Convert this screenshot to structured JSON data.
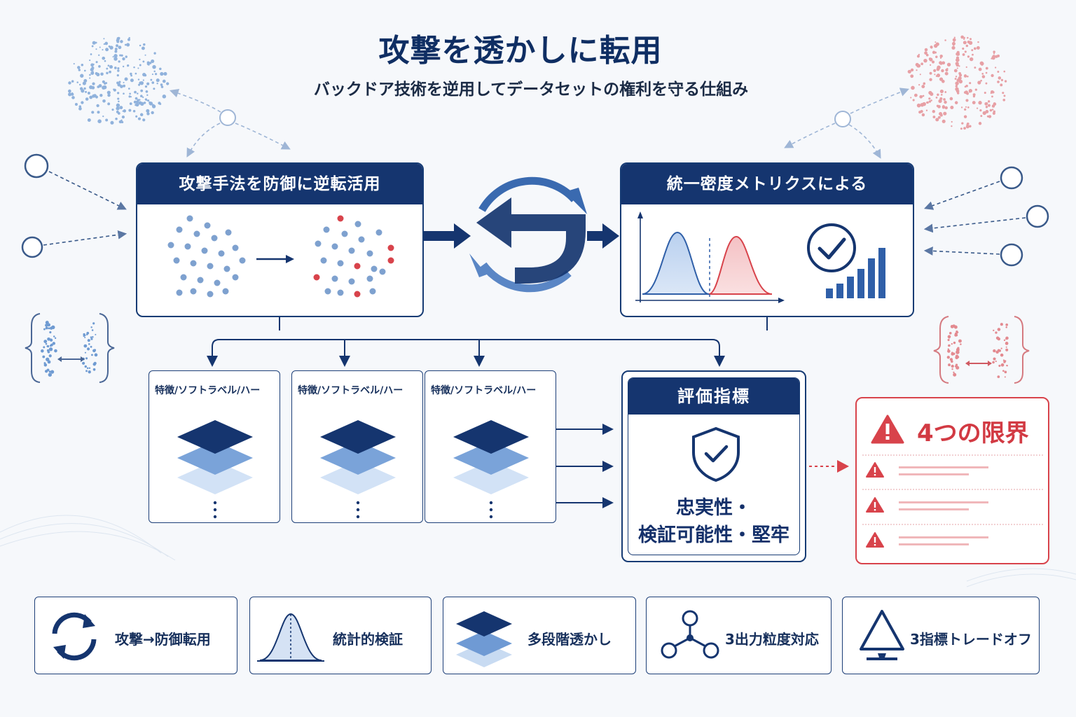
{
  "title": "攻撃を透かしに転用",
  "subtitle": "バックドア技術を逆用してデータセットの権利を守る仕組み",
  "left_panel": {
    "header": "攻撃手法を防御に逆転活用"
  },
  "right_panel": {
    "header": "統一密度メトリクスによる"
  },
  "cards": [
    {
      "label": "特徴/ソフトラベル/ハー"
    },
    {
      "label": "特徴/ソフトラベル/ハー"
    },
    {
      "label": "特徴/ソフトラベル/ハー"
    }
  ],
  "evaluation": {
    "header": "評価指標",
    "line1": "忠実性・",
    "line2": "検証可能性・堅牢"
  },
  "limits": {
    "title": "4つの限界"
  },
  "legend": [
    {
      "label": "攻撃→防御転用",
      "icon": "cycle-arrows-icon"
    },
    {
      "label": "統計的検証",
      "icon": "bell-curve-icon"
    },
    {
      "label": "多段階透かし",
      "icon": "layers-icon"
    },
    {
      "label": "3出力粒度対応",
      "icon": "network-nodes-icon"
    },
    {
      "label": "3指標トレードオフ",
      "icon": "triangle-balance-icon"
    }
  ],
  "colors": {
    "navy": "#15356f",
    "blue": "#3f6fb5",
    "light_blue": "#a8c3e8",
    "red": "#d8434b"
  }
}
